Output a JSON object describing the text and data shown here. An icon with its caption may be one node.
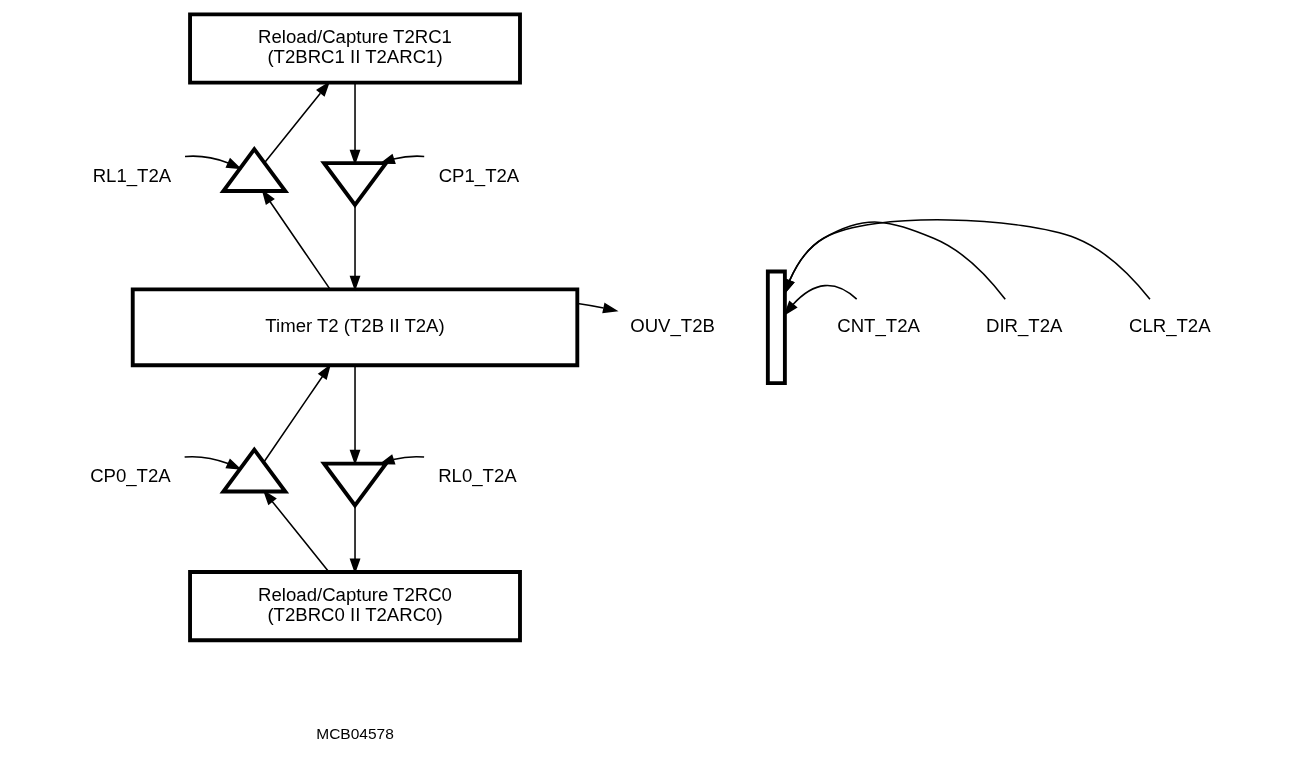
{
  "diagram": {
    "nodes": [
      {
        "text": [
          "Reload/Capture T2RC1",
          "(T2BRC1 II T2ARC1)"
        ]
      },
      {
        "text": [
          "RL1_T2A"
        ]
      },
      {
        "text": [],
        "shape": "triangle"
      },
      {
        "text": [],
        "shape": "invtriangle"
      },
      {
        "text": [
          "CP1_T2A"
        ]
      },
      {
        "text": [],
        "shape": "bar"
      },
      {
        "text": [
          "CNT_T2A"
        ]
      },
      {
        "text": [
          "OUV_T2B"
        ]
      },
      {
        "text": [
          "Timer T2 (T2B II T2A)"
        ]
      },
      {
        "text": [
          "DIR_T2A"
        ]
      },
      {
        "text": [
          "CLR_T2A"
        ]
      },
      {
        "text": [
          "CP0_T2A"
        ]
      },
      {
        "text": [],
        "shape": "triangle"
      },
      {
        "text": [],
        "shape": "invtriangle"
      },
      {
        "text": [
          "RL0_T2A"
        ]
      },
      {
        "text": [
          "Reload/Capture T2RC0",
          "(T2BRC0 II T2ARC0)"
        ]
      }
    ],
    "edges": [
      {
        "from": 2,
        "to": 0,
        "arrow": "to"
      },
      {
        "from": 0,
        "to": 3,
        "arrow": "to"
      },
      {
        "from": 1,
        "to": 2,
        "arrow": "to"
      },
      {
        "from": 4,
        "to": 3,
        "arrow": "to"
      },
      {
        "from": 8,
        "to": 2,
        "arrow": "to"
      },
      {
        "from": 3,
        "to": 8,
        "arrow": "to"
      },
      {
        "from": 8,
        "to": 7,
        "arrow": "to"
      },
      {
        "from": 6,
        "to": 5,
        "arrow": "to"
      },
      {
        "from": 9,
        "to": 5,
        "arrow": "to"
      },
      {
        "from": 10,
        "to": 5,
        "arrow": "to"
      },
      {
        "from": 8,
        "to": 13,
        "arrow": "to"
      },
      {
        "from": 12,
        "to": 8,
        "arrow": "to"
      },
      {
        "from": 11,
        "to": 12,
        "arrow": "to"
      },
      {
        "from": 14,
        "to": 13,
        "arrow": "to"
      },
      {
        "from": 15,
        "to": 12,
        "arrow": "to"
      },
      {
        "from": 13,
        "to": 15,
        "arrow": "to"
      }
    ],
    "labels": [
      "MCB04578"
    ]
  }
}
